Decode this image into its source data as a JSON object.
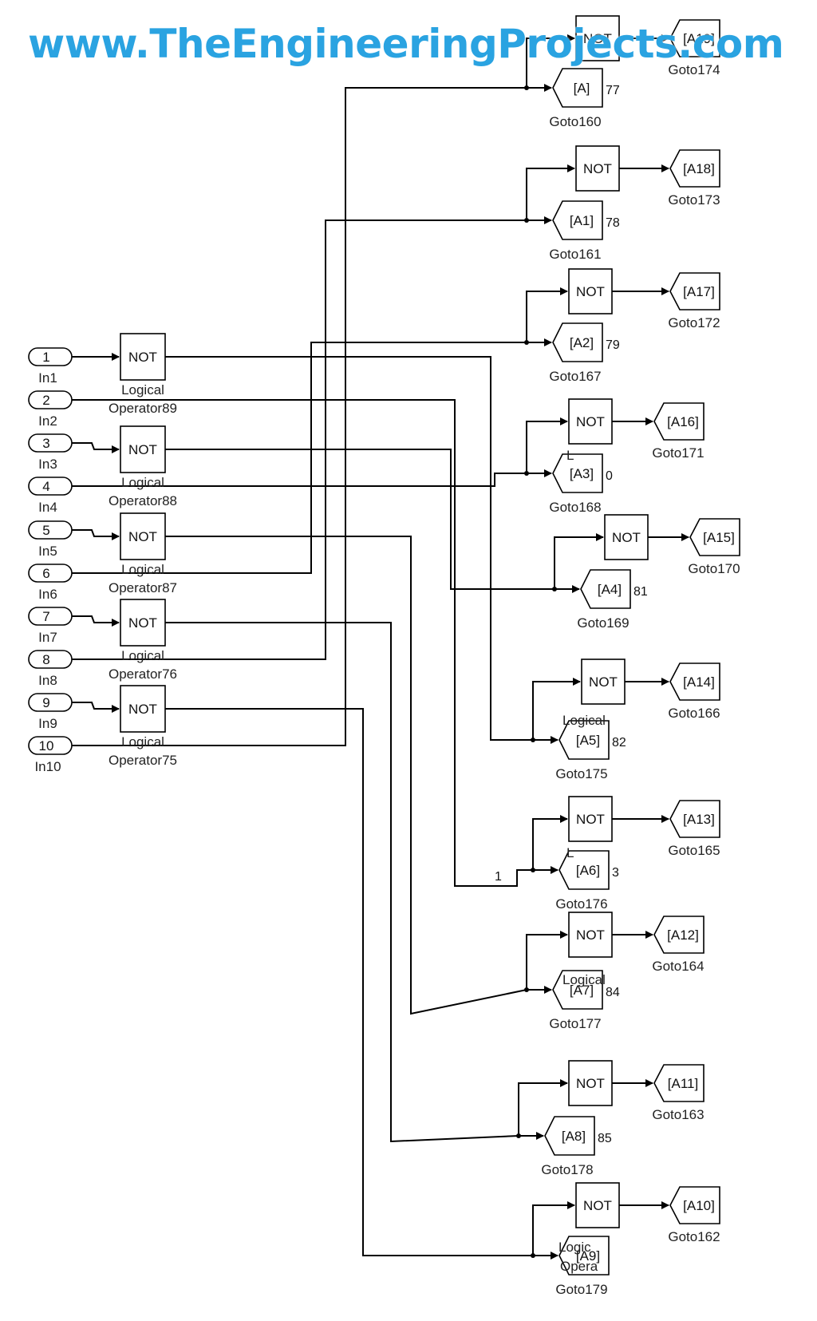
{
  "watermark": "www.TheEngineeringProjects.com",
  "inports": [
    {
      "num": "1",
      "label": "In1"
    },
    {
      "num": "2",
      "label": "In2"
    },
    {
      "num": "3",
      "label": "In3"
    },
    {
      "num": "4",
      "label": "In4"
    },
    {
      "num": "5",
      "label": "In5"
    },
    {
      "num": "6",
      "label": "In6"
    },
    {
      "num": "7",
      "label": "In7"
    },
    {
      "num": "8",
      "label": "In8"
    },
    {
      "num": "9",
      "label": "In9"
    },
    {
      "num": "10",
      "label": "In10"
    }
  ],
  "left_not_blocks": [
    {
      "text": "NOT",
      "label1": "Logical",
      "label2": "Operator89"
    },
    {
      "text": "NOT",
      "label1": "Logical",
      "label2": "Operator88"
    },
    {
      "text": "NOT",
      "label1": "Logical",
      "label2": "Operator87"
    },
    {
      "text": "NOT",
      "label1": "Logical",
      "label2": "Operator76"
    },
    {
      "text": "NOT",
      "label1": "Logical",
      "label2": "Operator75"
    }
  ],
  "right_groups": [
    {
      "not": "NOT",
      "goto_top": "[A19]",
      "goto_top_label": "Goto174",
      "goto_bottom": "[A]",
      "goto_bottom_label": "Goto160",
      "frag": "77"
    },
    {
      "not": "NOT",
      "goto_top": "[A18]",
      "goto_top_label": "Goto173",
      "goto_bottom": "[A1]",
      "goto_bottom_label": "Goto161",
      "frag": "78"
    },
    {
      "not": "NOT",
      "goto_top": "[A17]",
      "goto_top_label": "Goto172",
      "goto_bottom": "[A2]",
      "goto_bottom_label": "Goto167",
      "frag": "79"
    },
    {
      "not": "NOT",
      "goto_top": "[A16]",
      "goto_top_label": "Goto171",
      "goto_bottom": "[A3]",
      "goto_bottom_label": "Goto168",
      "frag": "0"
    },
    {
      "not": "NOT",
      "goto_top": "[A15]",
      "goto_top_label": "Goto170",
      "goto_bottom": "[A4]",
      "goto_bottom_label": "Goto169",
      "frag": "81"
    },
    {
      "not": "NOT",
      "goto_top": "[A14]",
      "goto_top_label": "Goto166",
      "goto_bottom": "[A5]",
      "goto_bottom_label": "Goto175",
      "frag": "82"
    },
    {
      "not": "NOT",
      "goto_top": "[A13]",
      "goto_top_label": "Goto165",
      "goto_bottom": "[A6]",
      "goto_bottom_label": "Goto176",
      "frag": "3"
    },
    {
      "not": "NOT",
      "goto_top": "[A12]",
      "goto_top_label": "Goto164",
      "goto_bottom": "[A7]",
      "goto_bottom_label": "Goto177",
      "frag": "84"
    },
    {
      "not": "NOT",
      "goto_top": "[A11]",
      "goto_top_label": "Goto163",
      "goto_bottom": "[A8]",
      "goto_bottom_label": "Goto178",
      "frag": "85"
    },
    {
      "not": "NOT",
      "goto_top": "[A10]",
      "goto_top_label": "Goto162",
      "goto_bottom": "[A9]",
      "goto_bottom_label": "Goto179",
      "frag": ""
    }
  ],
  "stray_labels": {
    "one": "1",
    "logical_fragment": "Logical",
    "logic_fragment": "Logic",
    "opera_fragment": "Opera",
    "l_fragment": "L"
  }
}
